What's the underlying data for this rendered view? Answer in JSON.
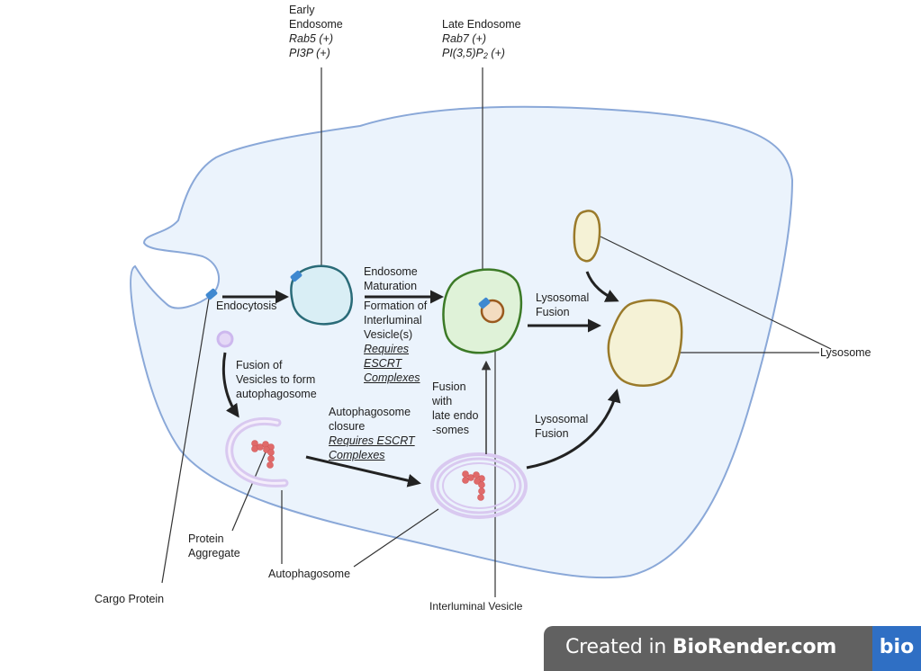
{
  "labels": {
    "early_endosome": {
      "title_lines": [
        "Early",
        "Endosome"
      ],
      "markers": [
        "Rab5 (+)",
        "PI3P (+)"
      ]
    },
    "late_endosome": {
      "title": "Late Endosome",
      "markers": [
        "Rab7 (+)"
      ],
      "pip_prefix": "PI(3,5)P",
      "pip_sub": "2",
      "pip_suffix": " (+)"
    },
    "endocytosis": "Endocytosis",
    "endosome_maturation": [
      "Endosome",
      "Maturation"
    ],
    "formation_ilv": [
      "Formation of",
      "Interluminal",
      "Vesicle(s)"
    ],
    "requires_escrt_1": [
      "Requires",
      "ESCRT",
      "Complexes"
    ],
    "lysosomal_fusion_top": [
      "Lysosomal",
      "Fusion"
    ],
    "lysosomal_fusion_bottom": [
      "Lysosomal",
      "Fusion"
    ],
    "fusion_vesicles": [
      "Fusion of",
      "Vesicles to form",
      "autophagosome"
    ],
    "autophagosome_closure": [
      "Autophagosome",
      "closure"
    ],
    "requires_escrt_2": [
      "Requires ESCRT",
      "Complexes"
    ],
    "fusion_late_endo": [
      "Fusion",
      "with",
      "late endo",
      "-somes"
    ],
    "lysosome": "Lysosome",
    "protein_aggregate": [
      "Protein",
      "Aggregate"
    ],
    "autophagosome": "Autophagosome",
    "cargo_protein": "Cargo Protein",
    "interluminal_vesicle": "Interluminal Vesicle"
  },
  "watermark": {
    "prefix": "Created in ",
    "brand": "BioRender.com",
    "logo": "bio"
  },
  "colors": {
    "cell_fill": "#ebf3fc",
    "cell_stroke": "#8aa8d8",
    "early_endosome_fill": "#d9eef5",
    "early_endosome_stroke": "#2a6b78",
    "late_endosome_fill": "#dff2d8",
    "late_endosome_stroke": "#3c7a27",
    "ilv_fill": "#f3dcc0",
    "ilv_stroke": "#9a5a1e",
    "lysosome_fill": "#f5f2d6",
    "lysosome_stroke": "#9a7a2a",
    "autophagosome": "#d9c9f0",
    "protein_aggregate": "#e06a6a",
    "cargo_protein": "#3f88d0",
    "arrow": "#222222",
    "watermark_bg": "#616161",
    "logo_bg": "#2f6fc4"
  }
}
